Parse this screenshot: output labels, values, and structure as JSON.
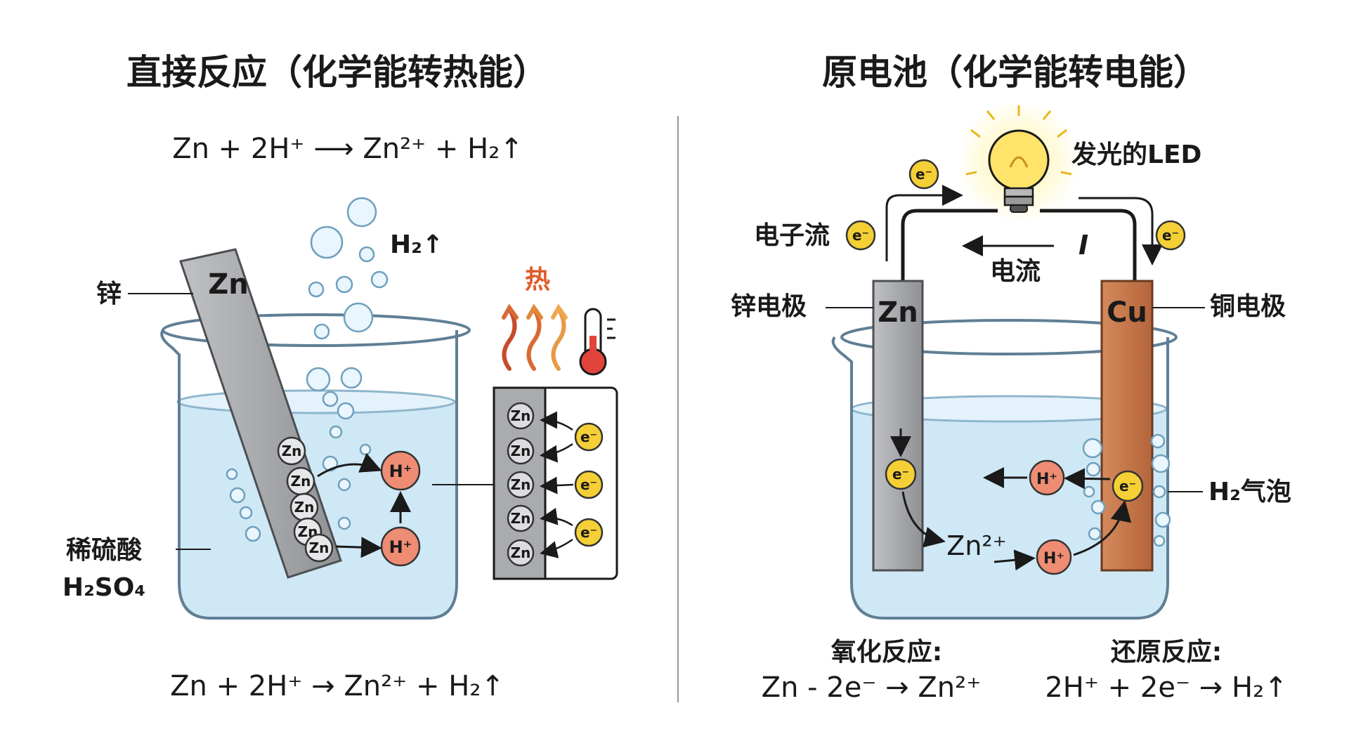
{
  "left": {
    "title": "直接反应（化学能转热能）",
    "equation_top": "Zn + 2H⁺ ⟶ Zn²⁺ + H₂↑",
    "equation_bottom": "Zn + 2H⁺ → Zn²⁺ + H₂↑",
    "gas_label": "H₂↑",
    "heat_label": "热",
    "zinc_label": "锌",
    "rod_label": "Zn",
    "acid_label": "稀硫酸",
    "acid_formula": "H₂SO₄",
    "zn_atom": "Zn",
    "h_ion": "H⁺",
    "electron": "e⁻"
  },
  "right": {
    "title": "原电池（化学能转电能）",
    "led_label": "发光的LED",
    "electron_flow_label": "电子流",
    "current_label": "电流",
    "current_symbol": "I",
    "zinc_electrode_label": "锌电极",
    "copper_electrode_label": "铜电极",
    "zn_rod": "Zn",
    "cu_rod": "Cu",
    "bubble_label": "H₂气泡",
    "zn_ion": "Zn²⁺",
    "h_ion": "H⁺",
    "electron": "e⁻",
    "oxidation_title": "氧化反应:",
    "oxidation_eq": "Zn - 2e⁻ → Zn²⁺",
    "reduction_title": "还原反应:",
    "reduction_eq": "2H⁺ + 2e⁻ → H₂↑"
  },
  "colors": {
    "water": "#cfe8f6",
    "zinc": "#a9abae",
    "copper": "#c8794a",
    "h_ion": "#ee8c74",
    "electron": "#f4cf35",
    "heat": "#e07a3a"
  }
}
